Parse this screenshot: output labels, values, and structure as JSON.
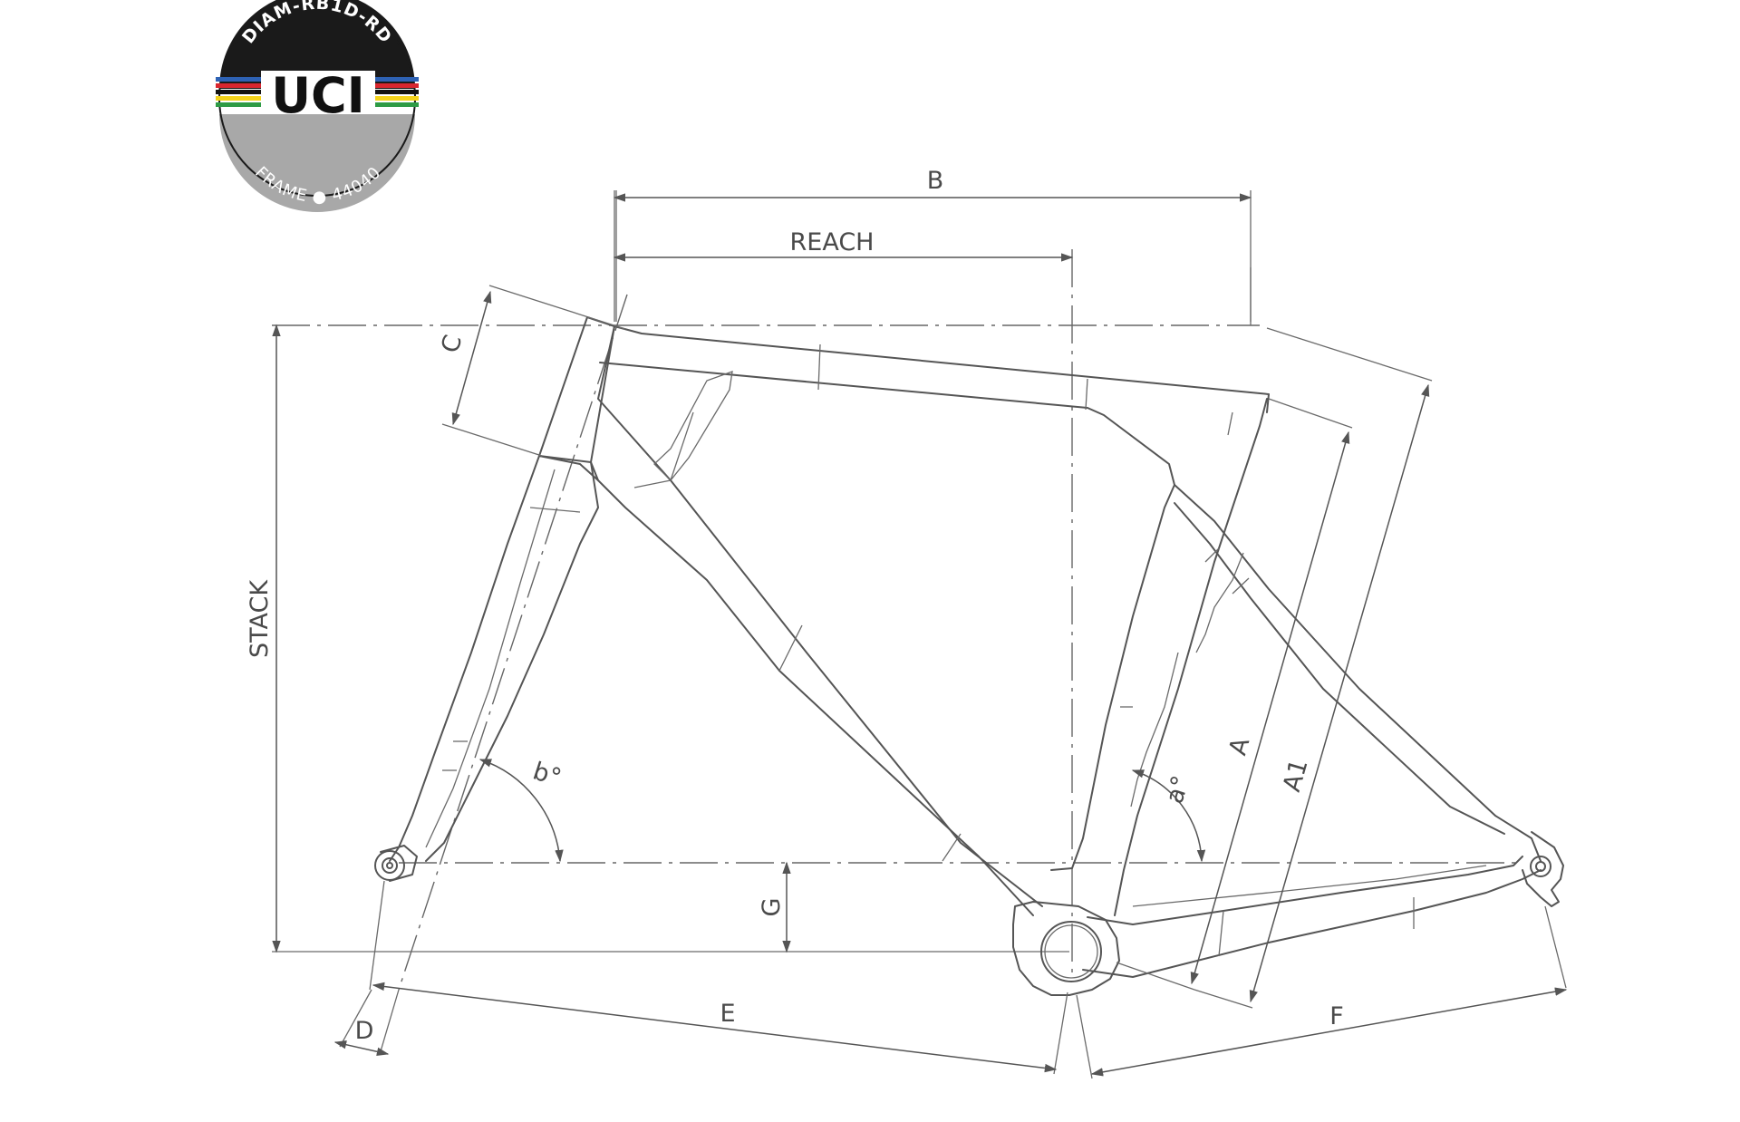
{
  "badge": {
    "top_text": "DIAM-RB1D-RD",
    "center_text": "UCI",
    "bottom_text": "FRAME ● 44040",
    "stripe_colors": [
      "#2e62b4",
      "#d8262f",
      "#111111",
      "#f3d21b",
      "#2e9b45"
    ]
  },
  "dimensions": {
    "b": "B",
    "reach": "REACH",
    "c": "C",
    "stack": "STACK",
    "a": "A",
    "a1": "A1",
    "angle_a": "a°",
    "angle_b": "b°",
    "d": "D",
    "e": "E",
    "f": "F",
    "g": "G"
  },
  "colors": {
    "line": "#555555",
    "text": "#4a4a4a"
  }
}
